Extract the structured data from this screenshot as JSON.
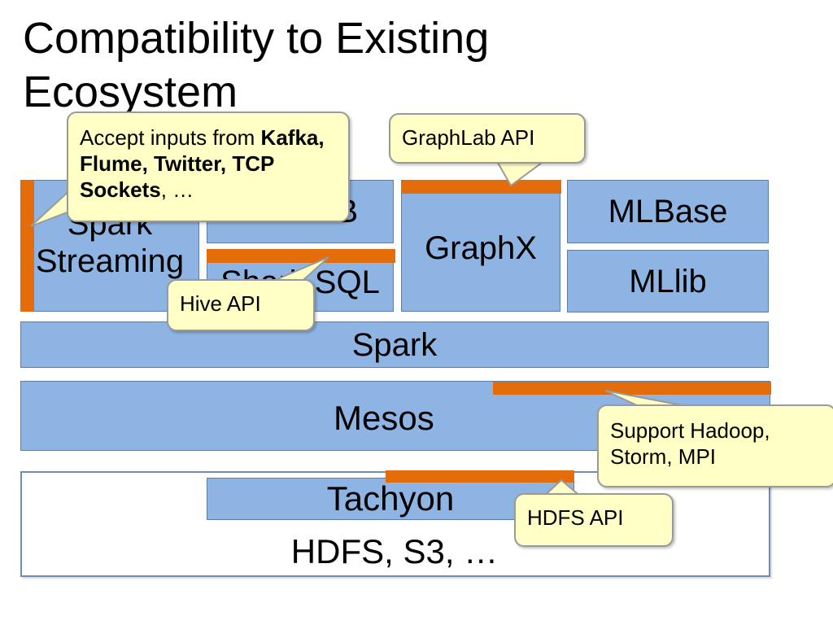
{
  "title": "Compatibility to Existing Ecosystem",
  "blocks": {
    "spark_streaming": "Spark Streaming",
    "blinkdb": "BlinkDB",
    "shark_sql": "Shark SQL",
    "graphx": "GraphX",
    "mlbase": "MLBase",
    "mllib": "MLlib",
    "spark": "Spark",
    "mesos": "Mesos",
    "tachyon": "Tachyon",
    "hdfs": "HDFS, S3, …"
  },
  "callouts": {
    "streaming_inputs": {
      "prefix": "Accept inputs from ",
      "sources": "Kafka, Flume, Twitter, TCP Sockets",
      "suffix": ", …"
    },
    "graphlab": "GraphLab API",
    "hive": "Hive API",
    "hadoop": "Support Hadoop, Storm, MPI",
    "hdfs_api": "HDFS API"
  },
  "colors": {
    "block_fill": "#8eb4e3",
    "api_bar": "#e46c0a",
    "callout_fill": "#ffffc6"
  }
}
